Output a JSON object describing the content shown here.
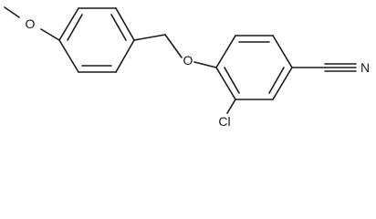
{
  "atoms": {
    "methoxy_oxygen": "O",
    "ether_oxygen": "O",
    "chlorine": "Cl",
    "nitrile_nitrogen": "N"
  }
}
